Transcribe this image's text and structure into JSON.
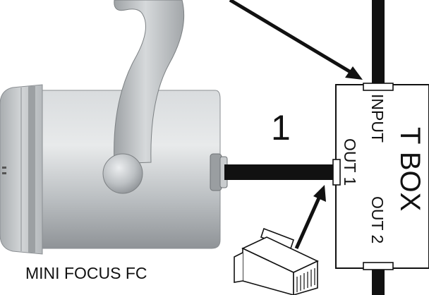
{
  "diagram": {
    "device_label": "MINI FOCUS FC",
    "box_label": "T BOX",
    "connection_number": "1",
    "ports": {
      "input": "INPUT",
      "out1": "OUT 1",
      "out2": "OUT 2"
    }
  },
  "colors": {
    "background": "#ffffff",
    "line": "#111111",
    "fixture_body": "#bfc3c6",
    "fixture_shadow": "#8e9296",
    "fixture_highlight": "#e4e6e8"
  },
  "icons": {
    "fixture": "spotlight-fixture-icon",
    "connector": "rj45-connector-icon"
  }
}
